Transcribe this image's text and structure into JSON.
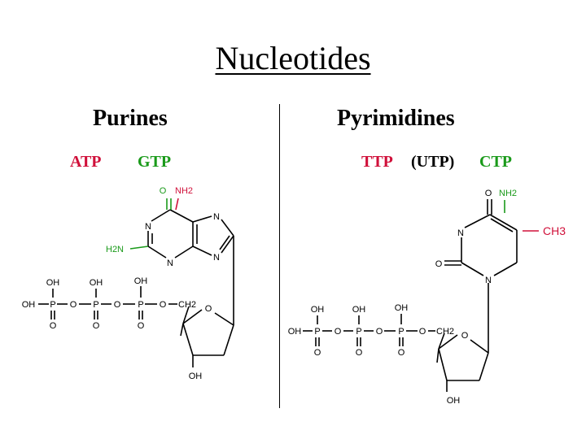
{
  "title": "Nucleotides",
  "purines": {
    "heading": "Purines",
    "labels": {
      "atp": "ATP",
      "gtp": "GTP"
    },
    "atoms": {
      "o_top": "O",
      "nh2_top": "NH2",
      "n1": "N",
      "n7": "N",
      "n3": "N",
      "n9": "N",
      "h2n": "H2N",
      "oh1": "OH",
      "oh2": "OH",
      "oh3": "OH",
      "oh_left": "OH",
      "p1": "P",
      "p2": "P",
      "p3": "P",
      "o_a": "O",
      "o_b": "O",
      "o_c": "O",
      "o_bottom1": "O",
      "o_bottom2": "O",
      "o_bottom3": "O",
      "ch2": "CH2",
      "o_ring": "O",
      "oh_sugar": "OH"
    }
  },
  "pyrimidines": {
    "heading": "Pyrimidines",
    "labels": {
      "ttp": "TTP",
      "utp": "(UTP)",
      "ctp": "CTP"
    },
    "atoms": {
      "o_top": "O",
      "nh2_top": "NH2",
      "ch3": "CH3",
      "n3": "N",
      "o2": "O",
      "n1": "N",
      "oh1": "OH",
      "oh2": "OH",
      "oh3": "OH",
      "oh_left": "OH",
      "p1": "P",
      "p2": "P",
      "p3": "P",
      "o_a": "O",
      "o_b": "O",
      "o_c": "O",
      "o_bottom1": "O",
      "o_bottom2": "O",
      "o_bottom3": "O",
      "ch2": "CH2",
      "o_ring": "O",
      "oh_sugar": "OH"
    }
  },
  "colors": {
    "red": "#d0103a",
    "green": "#1a9a1a",
    "black": "#000000"
  }
}
